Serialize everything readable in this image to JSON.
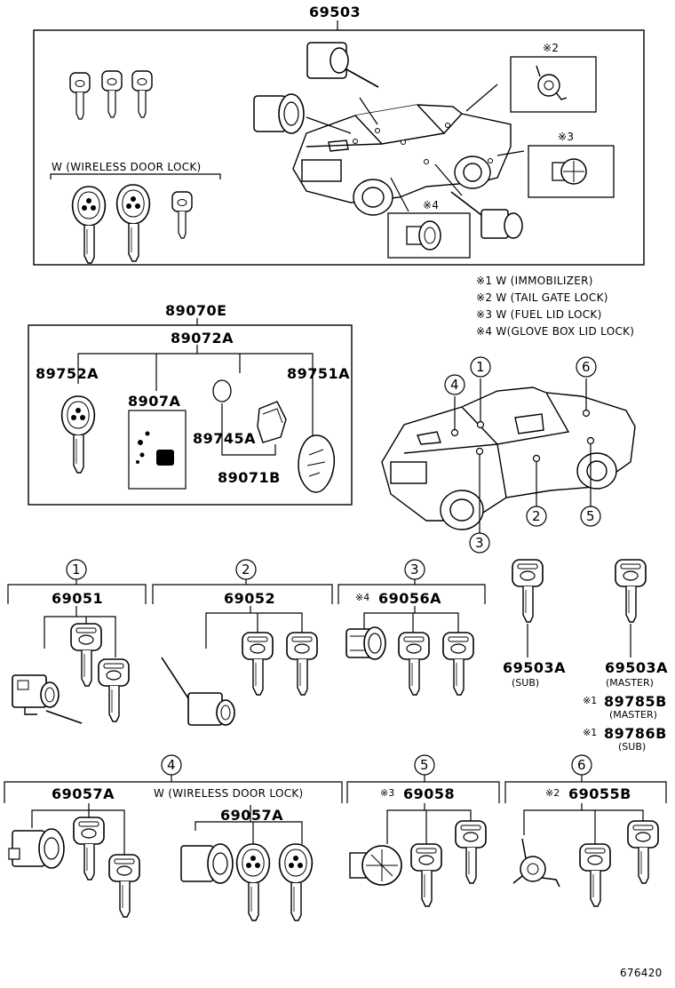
{
  "diagram_id": "676420",
  "top": {
    "part": "69503",
    "wireless_label": "W (WIRELESS DOOR LOCK)",
    "mark2": "※2",
    "mark3": "※3",
    "mark4": "※4"
  },
  "legend": [
    "※1 W (IMMOBILIZER)",
    "※2 W (TAIL GATE LOCK)",
    "※3 W (FUEL LID LOCK)",
    "※4 W(GLOVE BOX LID LOCK)"
  ],
  "transmitter": {
    "set": "89070E",
    "assembly": "89072A",
    "left_key": "89752A",
    "sub": "8907A",
    "cover": "89745A",
    "sub_assy": "89071B",
    "right_key": "89751A"
  },
  "callouts": [
    "1",
    "2",
    "3",
    "4",
    "5",
    "6"
  ],
  "groups": [
    {
      "circle": "1",
      "part": "69051",
      "mark": ""
    },
    {
      "circle": "2",
      "part": "69052",
      "mark": ""
    },
    {
      "circle": "3",
      "part": "69056A",
      "mark": "※4"
    },
    {
      "circle": "4",
      "part": "69057A",
      "mark": ""
    },
    {
      "circle": "4",
      "part": "69057A",
      "mark": "",
      "label": "W (WIRELESS DOOR LOCK)"
    },
    {
      "circle": "5",
      "part": "69058",
      "mark": "※3"
    },
    {
      "circle": "6",
      "part": "69055B",
      "mark": "※2"
    }
  ],
  "blanks": {
    "sub_part": "69503A",
    "sub_label": "(SUB)",
    "master_part": "69503A",
    "master_label": "(MASTER)",
    "master_mark": "※1",
    "master_key": "89785B",
    "master_key_label": "(MASTER)",
    "sub_mark": "※1",
    "sub_key": "89786B",
    "sub_key_label": "(SUB)"
  }
}
